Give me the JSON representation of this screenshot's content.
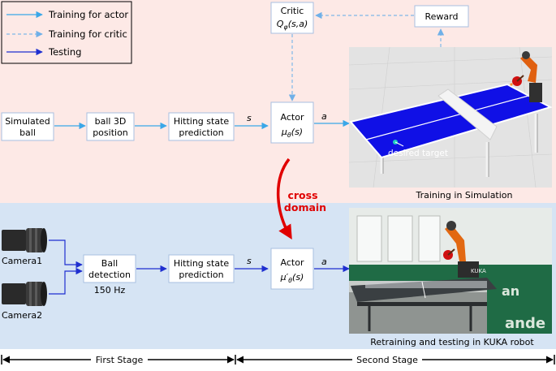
{
  "legend": {
    "items": [
      {
        "label": "Training for actor"
      },
      {
        "label": "Training for critic"
      },
      {
        "label": "Testing"
      }
    ]
  },
  "top": {
    "critic_line1": "Critic",
    "critic_line2": "Q",
    "critic_sub": "φ",
    "critic_args": "(s,a)",
    "reward": "Reward",
    "sim_ball": [
      "Simulated",
      "ball"
    ],
    "ball3d": [
      "ball 3D",
      "position"
    ],
    "hitting": [
      "Hitting state",
      "prediction"
    ],
    "actor_line1": "Actor",
    "actor_mu": "μ",
    "actor_sub": "θ",
    "actor_args": "(s)",
    "s_label": "s",
    "a_label": "a",
    "desired_target": "desired target",
    "caption": "Training in Simulation"
  },
  "middle": {
    "cross": "cross",
    "domain": "domain"
  },
  "bottom": {
    "camera1": "Camera1",
    "camera2": "Camera2",
    "ball_detection": [
      "Ball",
      "detection"
    ],
    "rate": "150 Hz",
    "hitting": [
      "Hitting state",
      "prediction"
    ],
    "actor_line1": "Actor",
    "actor_mu": "μ′",
    "actor_sub": "θ",
    "actor_args": "(s)",
    "s_label": "s",
    "a_label": "a",
    "caption": "Retraining and testing in KUKA robot"
  },
  "stages": {
    "first": "First Stage",
    "second": "Second Stage"
  },
  "colors": {
    "top_bg": "#fde9e6",
    "bottom_bg": "#d6e4f4",
    "actor_arrow": "#3aa7e8",
    "critic_arrow": "#7fb8e8",
    "test_arrow": "#1f2fd0",
    "cross_domain": "#e00000",
    "table_blue": "#1010e6"
  }
}
